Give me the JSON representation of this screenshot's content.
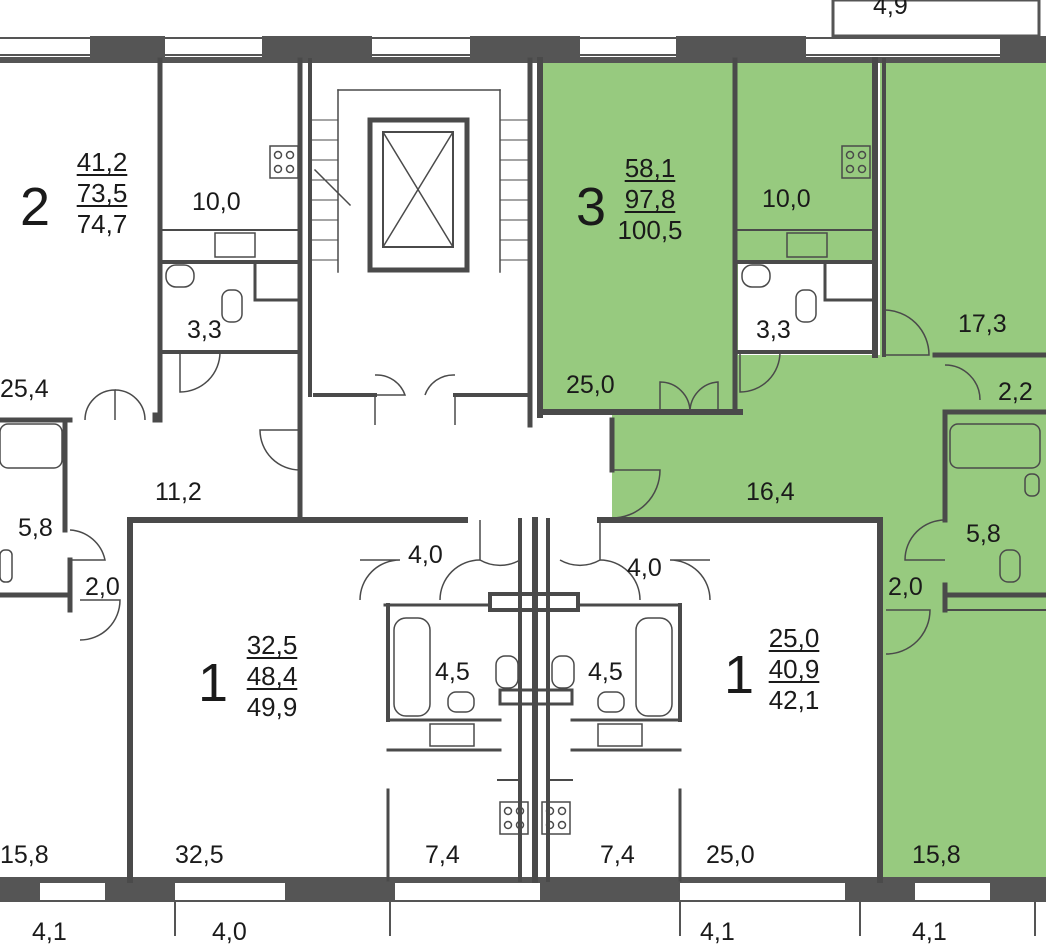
{
  "colors": {
    "highlight": "#97CA7F",
    "wall": "#4a4a4a",
    "window": "#4a4a4a"
  },
  "apartments": {
    "apt2": {
      "number": "2",
      "living": "41,2",
      "total": "73,5",
      "gross": "74,7"
    },
    "apt3": {
      "number": "3",
      "living": "58,1",
      "total": "97,8",
      "gross": "100,5"
    },
    "apt1_left": {
      "number": "1",
      "living": "32,5",
      "total": "48,4",
      "gross": "49,9"
    },
    "apt1_right": {
      "number": "1",
      "living": "25,0",
      "total": "40,9",
      "gross": "42,1"
    }
  },
  "rooms": {
    "top_right_cut": "4,9",
    "kitchen_apt2": "10,0",
    "bath_apt2": "3,3",
    "room_apt2": "25,4",
    "bath_left_edge": "5,8",
    "hall_apt2": "11,2",
    "closet_left": "2,0",
    "room_left_bottom": "15,8",
    "room_apt1_left": "32,5",
    "hall_apt1_left": "4,0",
    "bath_apt1_left": "4,5",
    "kitchen_apt1_left": "7,4",
    "kitchen_apt3": "10,0",
    "bath_apt3": "3,3",
    "room_apt3_a": "25,0",
    "room_apt3_b": "17,3",
    "wc_apt3": "2,2",
    "hall_apt3": "16,4",
    "bath_apt3_big": "5,8",
    "closet_apt3": "2,0",
    "room_apt3_c": "15,8",
    "hall_apt1_right": "4,0",
    "bath_apt1_right": "4,5",
    "kitchen_apt1_right": "7,4",
    "room_apt1_right": "25,0",
    "bottom_a": "4,1",
    "bottom_b": "4,0",
    "bottom_c": "4,1",
    "bottom_d": "4,1"
  }
}
